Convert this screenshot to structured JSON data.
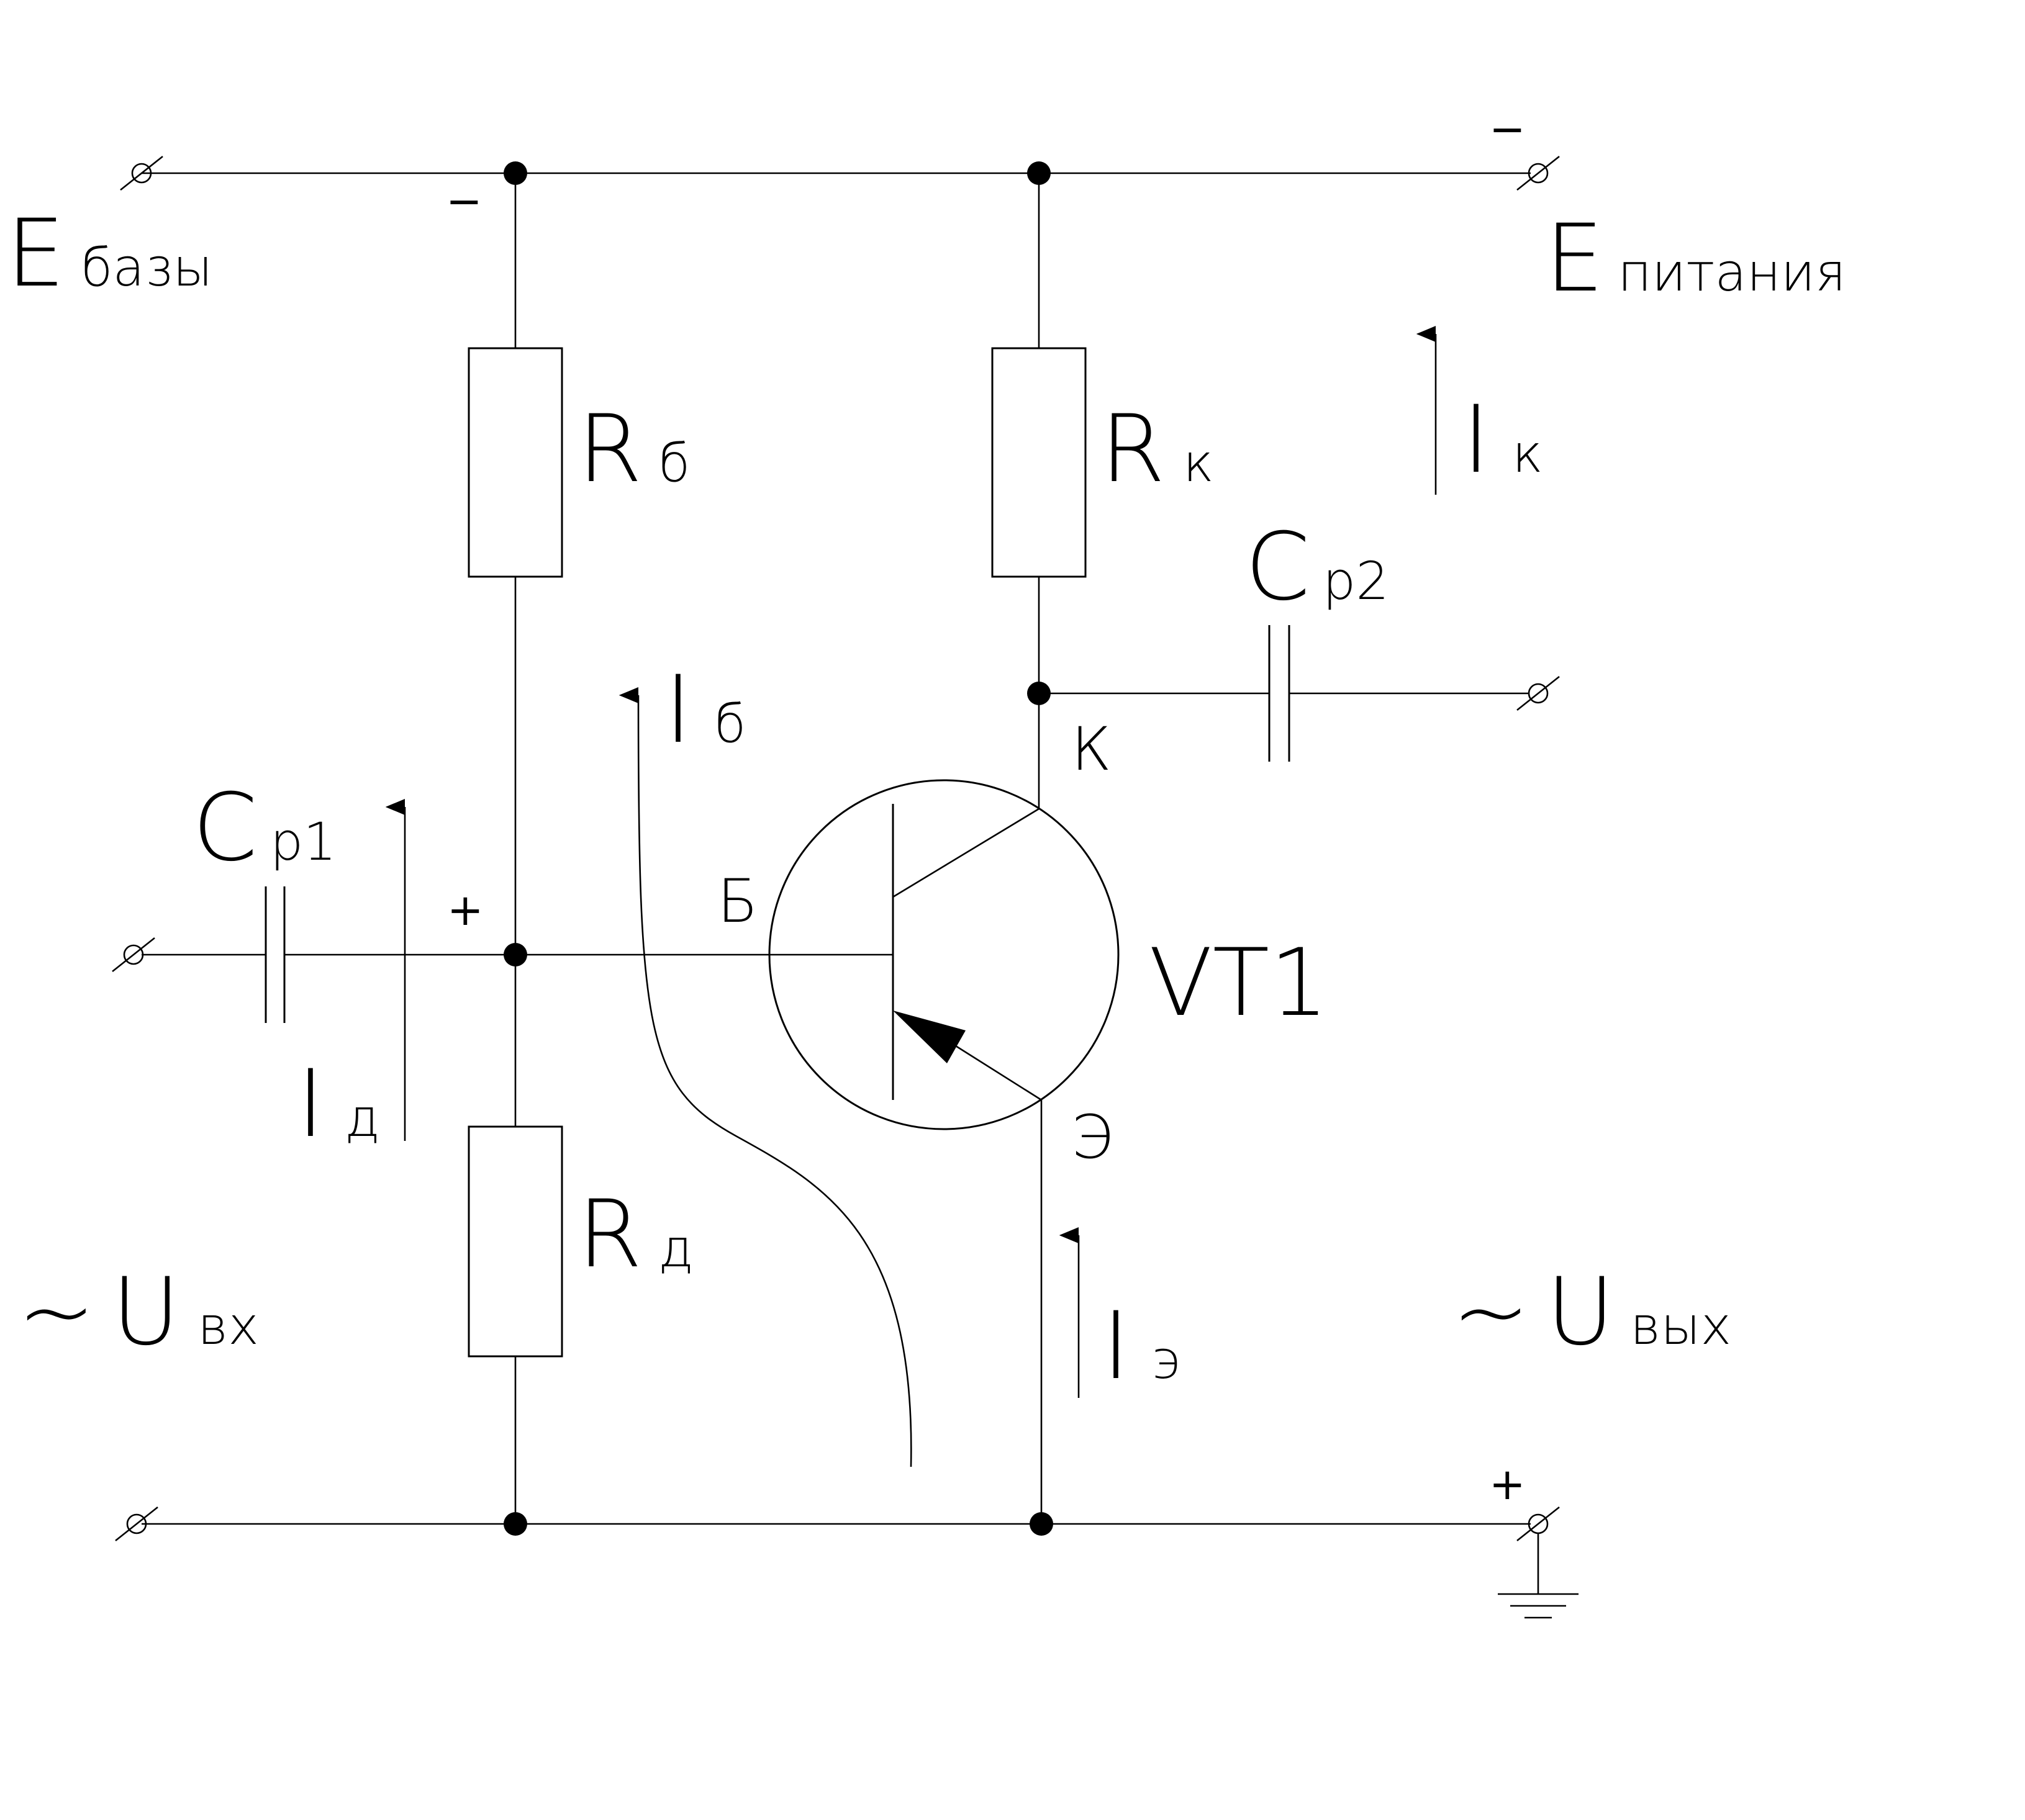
{
  "labels": {
    "e_base_main": "E",
    "e_base_sub": "базы",
    "e_supply_main": "E",
    "e_supply_sub": "питания",
    "rb_main": "R",
    "rb_sub": "б",
    "rk_main": "R",
    "rk_sub": "к",
    "rd_main": "R",
    "rd_sub": "д",
    "cp1_main": "C",
    "cp1_sub": "р1",
    "cp2_main": "C",
    "cp2_sub": "р2",
    "ik_main": "I",
    "ik_sub": "к",
    "ib_main": "I",
    "ib_sub": "б",
    "id_main": "I",
    "id_sub": "д",
    "ie_main": "I",
    "ie_sub": "э",
    "transistor": "VT1",
    "base_terminal": "Б",
    "collector_terminal": "К",
    "emitter_terminal": "Э",
    "uin_tilde": "~",
    "uin_main": "U",
    "uin_sub": "вх",
    "uout_tilde": "~",
    "uout_main": "U",
    "uout_sub": "вых",
    "minus_base": "−",
    "minus_supply": "−",
    "plus_node": "+",
    "plus_ground": "+"
  }
}
